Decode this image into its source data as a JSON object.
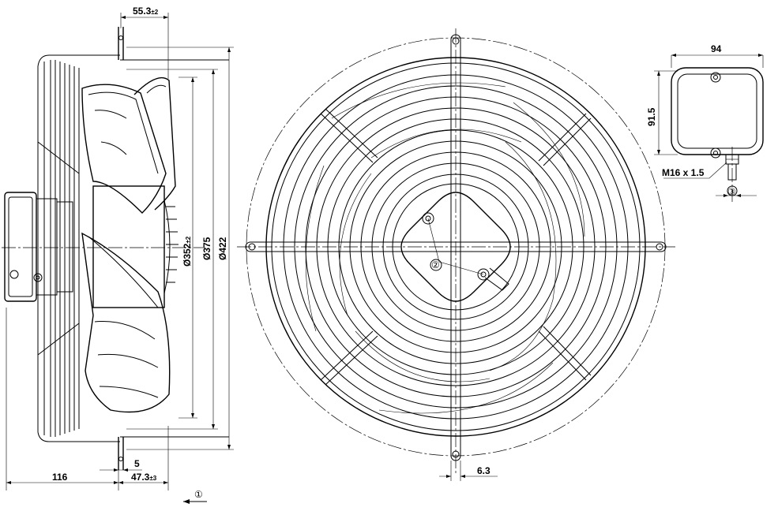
{
  "side_view": {
    "dim_depth_top": "55.3",
    "dim_depth_top_tol": "±2",
    "dim_dia_352": "Ø352",
    "dim_dia_352_tol": "±2",
    "dim_dia_375": "Ø375",
    "dim_dia_422": "Ø422",
    "dim_flange": "5",
    "dim_motor_len": "116",
    "dim_depth_bottom": "47.3",
    "dim_depth_bottom_tol": "±3",
    "airflow_marker": "①"
  },
  "front_view": {
    "terminal_box_marker": "②",
    "dim_spoke": "6.3"
  },
  "terminal_box_view": {
    "dim_width": "94",
    "dim_height": "91.5",
    "gland_thread": "M16 x 1.5",
    "gland_marker": "③"
  }
}
